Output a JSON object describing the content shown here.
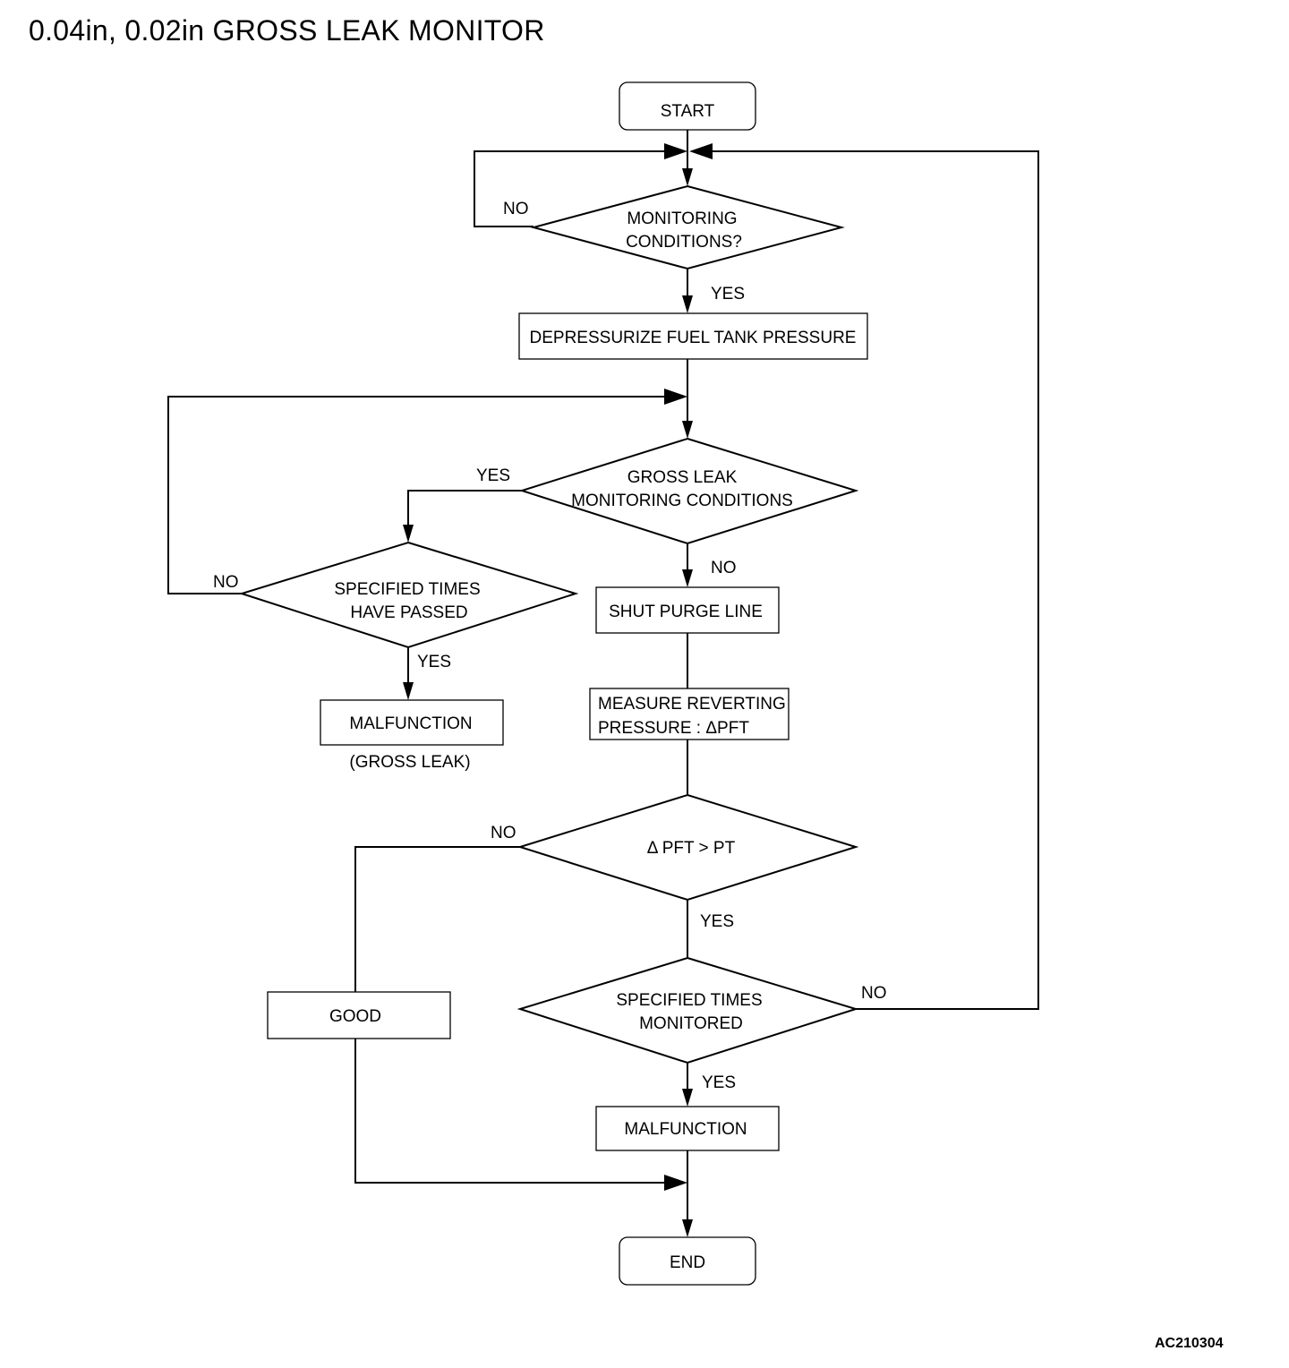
{
  "title": "0.04in, 0.02in GROSS LEAK MONITOR",
  "figure_id": "AC210304",
  "nodes": {
    "start": "START",
    "monitoring": [
      "MONITORING",
      "CONDITIONS?"
    ],
    "depressurize": "DEPRESSURIZE FUEL TANK PRESSURE",
    "gross_leak": [
      "GROSS LEAK",
      "MONITORING CONDITIONS"
    ],
    "specified_passed": [
      "SPECIFIED TIMES",
      "HAVE PASSED"
    ],
    "malfunction_gross": "MALFUNCTION",
    "gross_leak_note": "(GROSS LEAK)",
    "shut_purge": "SHUT PURGE LINE",
    "measure": [
      "MEASURE REVERTING",
      "PRESSURE : ΔPFT"
    ],
    "dpft": "Δ PFT > PT",
    "good": "GOOD",
    "specified_monitored": [
      "SPECIFIED TIMES",
      "MONITORED"
    ],
    "malfunction": "MALFUNCTION",
    "end": "END"
  },
  "branch_labels": {
    "monitoring_no": "NO",
    "monitoring_yes": "YES",
    "gross_yes": "YES",
    "gross_no": "NO",
    "passed_no": "NO",
    "passed_yes": "YES",
    "dpft_no": "NO",
    "dpft_yes": "YES",
    "monitored_no": "NO",
    "monitored_yes": "YES"
  }
}
